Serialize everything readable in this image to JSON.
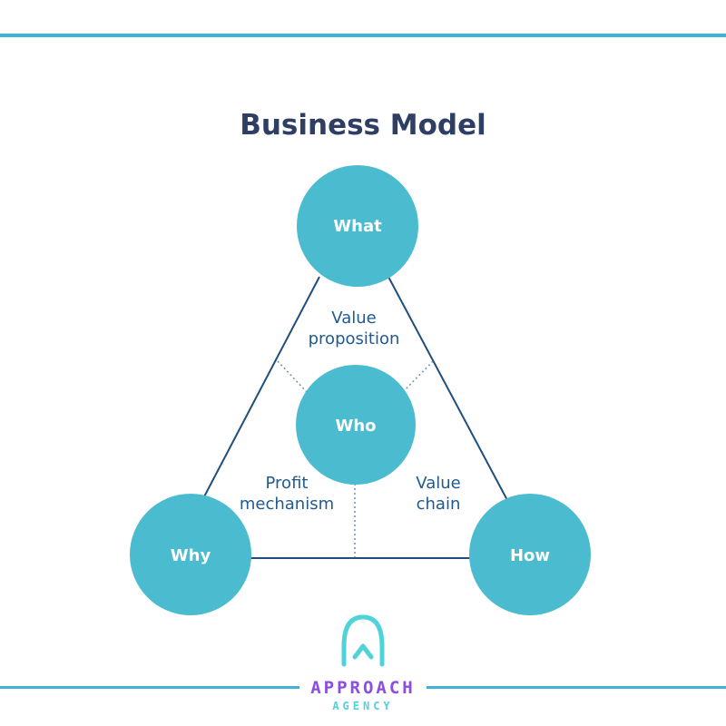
{
  "title": "Business Model",
  "nodes": {
    "what": "What",
    "who": "Who",
    "why": "Why",
    "how": "How"
  },
  "edge_labels": {
    "value_proposition": [
      "Value",
      "proposition"
    ],
    "profit_mechanism": [
      "Profit",
      "mechanism"
    ],
    "value_chain": [
      "Value",
      "chain"
    ]
  },
  "brand": {
    "name": "APPROACH",
    "subtitle": "AGENCY"
  },
  "colors": {
    "accent_line": "#3fb3d2",
    "node_fill": "#4bbccf",
    "node_text": "#ffffff",
    "title": "#2e3f63",
    "label": "#1f5a91",
    "triangle": "#1f4f7a",
    "brand_primary": "#8a4de6",
    "brand_secondary": "#4fd3d8"
  }
}
